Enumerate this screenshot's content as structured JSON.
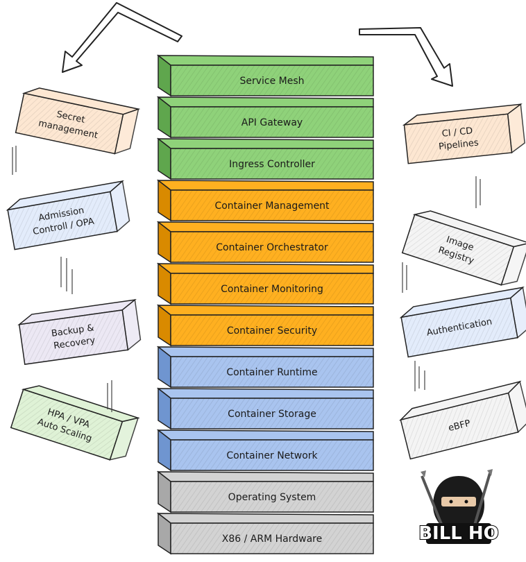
{
  "stack": [
    {
      "label": "Service Mesh",
      "color": "#8fd27a",
      "dark": "#5fa64d"
    },
    {
      "label": "API Gateway",
      "color": "#8fd27a",
      "dark": "#5fa64d"
    },
    {
      "label": "Ingress Controller",
      "color": "#8fd27a",
      "dark": "#5fa64d"
    },
    {
      "label": "Container Management",
      "color": "#ffb020",
      "dark": "#d98a00"
    },
    {
      "label": "Container Orchestrator",
      "color": "#ffb020",
      "dark": "#d98a00"
    },
    {
      "label": "Container Monitoring",
      "color": "#ffb020",
      "dark": "#d98a00"
    },
    {
      "label": "Container Security",
      "color": "#ffb020",
      "dark": "#d98a00"
    },
    {
      "label": "Container Runtime",
      "color": "#a9c4ef",
      "dark": "#6f95d0"
    },
    {
      "label": "Container Storage",
      "color": "#a9c4ef",
      "dark": "#6f95d0"
    },
    {
      "label": "Container Network",
      "color": "#a9c4ef",
      "dark": "#6f95d0"
    },
    {
      "label": "Operating System",
      "color": "#d3d3d3",
      "dark": "#a8a8a8"
    },
    {
      "label": "X86 / ARM Hardware",
      "color": "#d3d3d3",
      "dark": "#a8a8a8"
    }
  ],
  "left_blocks": [
    {
      "lines": [
        "Secret",
        "management"
      ],
      "color": "#fde7d2"
    },
    {
      "lines": [
        "Admission",
        "Controll / OPA"
      ],
      "color": "#e3ecfb"
    },
    {
      "lines": [
        "Backup &",
        "Recovery"
      ],
      "color": "#ece8f4"
    },
    {
      "lines": [
        "HPA / VPA",
        "Auto Scaling"
      ],
      "color": "#dff2d6"
    }
  ],
  "right_blocks": [
    {
      "lines": [
        "CI / CD",
        "Pipelines"
      ],
      "color": "#fde7d2"
    },
    {
      "lines": [
        "Image",
        "Registry"
      ],
      "color": "#f4f4f4"
    },
    {
      "lines": [
        "Authentication"
      ],
      "color": "#e3ecfb"
    },
    {
      "lines": [
        "eBFP"
      ],
      "color": "#f4f4f4"
    }
  ],
  "logo": {
    "text": "BILL HO"
  }
}
